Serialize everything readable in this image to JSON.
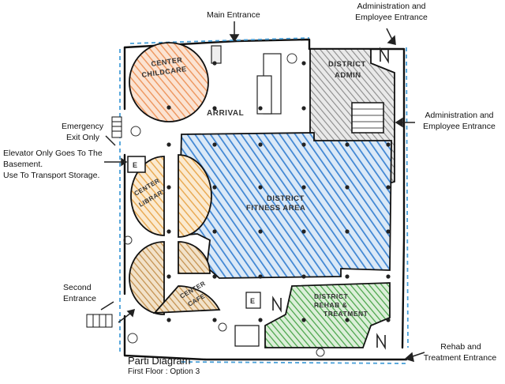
{
  "labels": {
    "main_entrance": "Main Entrance",
    "admin_entrance_top_1": "Administration and",
    "admin_entrance_top_2": "Employee  Entrance",
    "admin_entrance_right_1": "Administration and",
    "admin_entrance_right_2": "Employee  Entrance",
    "emergency_exit_1": "Emergency",
    "emergency_exit_2": "Exit Only",
    "elevator_1": "Elevator Only Goes To The",
    "elevator_2": "Basement.",
    "elevator_3": "Use To Transport Storage.",
    "second_entrance_1": "Second",
    "second_entrance_2": "Entrance",
    "rehab_entrance_1": "Rehab and",
    "rehab_entrance_2": "Treatment Entrance"
  },
  "rooms": {
    "childcare_1": "CENTER",
    "childcare_2": "CHILDCARE",
    "arrival": "ARRIVAL",
    "admin_1": "DISTRICT",
    "admin_2": "ADMIN",
    "library_1": "CENTER",
    "library_2": "LIBRARY",
    "fitness_1": "DISTRICT",
    "fitness_2": "FITNESS AREA",
    "cafe_1": "CENTER",
    "cafe_2": "CAFE",
    "rehab_1": "DISTRICT",
    "rehab_2": "REHAB &",
    "rehab_3": "TREATMENT",
    "elevator_mark": "E",
    "north_mark": "N"
  },
  "footer": {
    "title": "Parti Diagram",
    "subtitle": "First Floor : Option 3"
  },
  "colors": {
    "childcare": "#f0a070",
    "library": "#eeb25a",
    "fitness": "#4a8fd6",
    "admin": "#8a8a8a",
    "cafe": "#c89455",
    "rehab": "#4caf50",
    "wall": "#111111",
    "dashed_boundary": "#4aa0d8"
  }
}
